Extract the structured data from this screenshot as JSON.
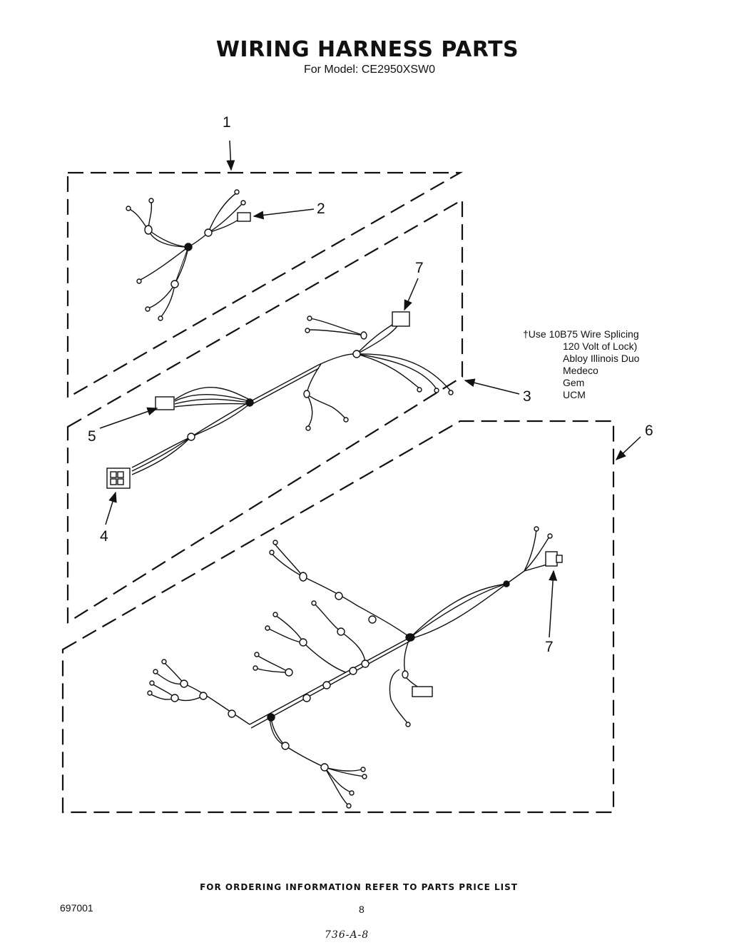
{
  "title": "WIRING HARNESS PARTS",
  "subtitle": "For Model: CE2950XSW0",
  "use_note": {
    "lines": [
      "†Use    10B75 Wire Splicing",
      "120 Volt of Lock)",
      "Abloy  Illinois Duo",
      "Medeco",
      "Gem",
      "UCM"
    ]
  },
  "callouts": [
    "1",
    "2",
    "3",
    "4",
    "5",
    "6",
    "7",
    "7"
  ],
  "footer": "FOR ORDERING INFORMATION REFER TO PARTS PRICE LIST",
  "doc_number": "697001",
  "page_number": "8",
  "handwritten_note": "736-A-8"
}
